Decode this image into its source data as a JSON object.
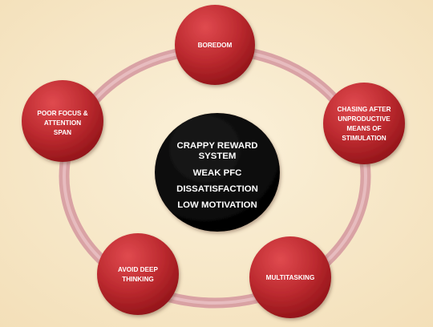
{
  "colors": {
    "background": "#f7e8c8",
    "ring": "#d9a0a8",
    "ring_stroke": "#e4bcbf",
    "node_fill": "#b8262b",
    "node_highlight": "#e04a4f",
    "node_edge": "#8e1217",
    "center_fill": "#050505",
    "text": "#ffffff"
  },
  "center": {
    "lines": [
      "CRAPPY REWARD",
      "SYSTEM",
      "WEAK PFC",
      "DISSATISFACTION",
      "LOW MOTIVATION"
    ]
  },
  "nodes": [
    {
      "id": "boredom",
      "lines": [
        "BOREDOM"
      ]
    },
    {
      "id": "chasing",
      "lines": [
        "CHASING AFTER",
        "UNPRODUCTIVE",
        "MEANS OF",
        "STIMULATION"
      ]
    },
    {
      "id": "multitasking",
      "lines": [
        "MULTITASKING"
      ]
    },
    {
      "id": "avoid",
      "lines": [
        "AVOID DEEP",
        "THINKING"
      ]
    },
    {
      "id": "focus",
      "lines": [
        "POOR FOCUS &",
        "ATTENTION",
        "SPAN"
      ]
    }
  ]
}
